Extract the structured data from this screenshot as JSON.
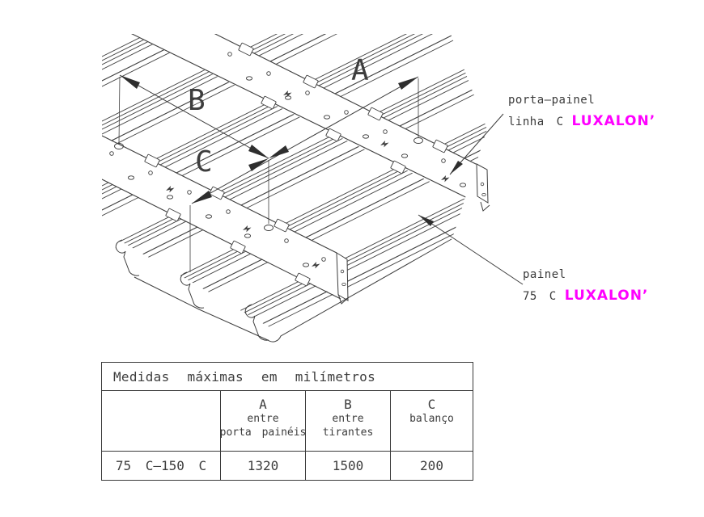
{
  "page": {
    "background": "#ffffff"
  },
  "colors": {
    "line": "#3d3d3d",
    "brand_magenta": "#ff00ff"
  },
  "diagram": {
    "dim_labels": {
      "a": "A",
      "b": "B",
      "c": "C"
    },
    "callout_carrier": {
      "line1": "porta—painel",
      "line2": "linha C",
      "brand": "LUXALON’"
    },
    "callout_panel": {
      "line1": "painel",
      "line2": "75 C",
      "brand": "LUXALON’"
    }
  },
  "table": {
    "title": "Medidas máximas em milímetros",
    "columns": [
      {
        "letter": "A",
        "sub1": "entre",
        "sub2": "porta painéis"
      },
      {
        "letter": "B",
        "sub1": "entre",
        "sub2": "tirantes"
      },
      {
        "letter": "C",
        "sub1": "balanço",
        "sub2": ""
      }
    ],
    "data_row": {
      "label": "75 C—150 C",
      "values": [
        "1320",
        "1500",
        "200"
      ]
    }
  }
}
